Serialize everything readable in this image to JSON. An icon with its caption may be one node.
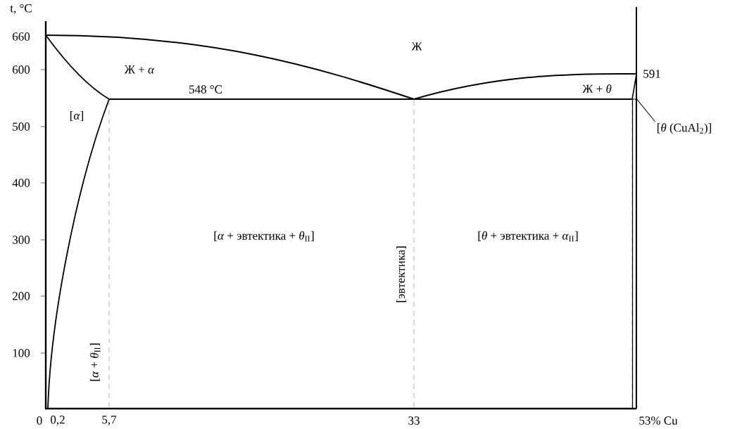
{
  "diagram": {
    "nodes": [
      {
        "text": [
          "[*θ* (CuAl$_{2}$)]"
        ]
      },
      {
        "text": [],
        "shape": "bar"
      }
    ],
    "edges": [
      {
        "from": 0,
        "to": 1,
        "arrow": "none"
      }
    ],
    "labels": [
      "t, °C",
      "660",
      "600",
      "Ж",
      "Ж + *α*",
      "591",
      "548 °C",
      "Ж + *θ*",
      "[*α*]",
      "500",
      "400",
      "300",
      "[*α* + эвтектика + *θ*$_{II}$]",
      "[*θ* + эвтектика + *α*$_{II}$]",
      "200",
      "100",
      "[эвтектика]",
      "[*α* + *θ*$_{II}$]",
      "0",
      "0,2",
      "5,7",
      "33",
      "53% Cu"
    ]
  }
}
